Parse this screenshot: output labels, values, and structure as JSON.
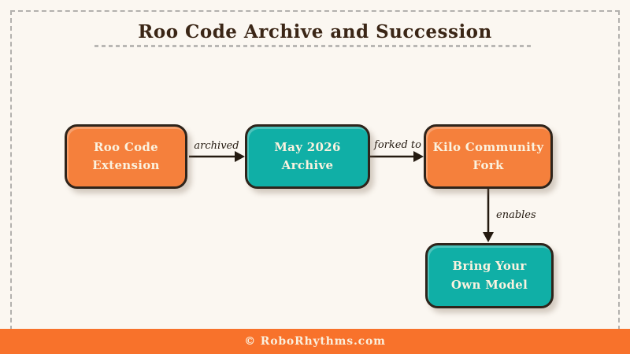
{
  "page": {
    "title": "Roo Code Archive and Succession"
  },
  "colors": {
    "background": "#FBF7F1",
    "frame_dashed_gray": "#B3B1AE",
    "node_orange": "#F5803C",
    "node_teal": "#10AFA6",
    "node_border_dark": "#2E241B",
    "node_text_cream": "#FBF2DF",
    "title_text": "#3B2616",
    "arrow_dark": "#241A10",
    "footer_orange": "#F8722B",
    "footer_text": "#FAEFDD"
  },
  "diagram": {
    "nodes": [
      {
        "id": "roo-code-extension",
        "label": "Roo Code Extension",
        "line1": "Roo Code",
        "line2": "Extension",
        "color": "orange"
      },
      {
        "id": "may-2026-archive",
        "label": "May 2026 Archive",
        "line1": "May 2026",
        "line2": "Archive",
        "color": "teal"
      },
      {
        "id": "kilo-community-fork",
        "label": "Kilo Community Fork",
        "line1": "Kilo Community",
        "line2": "Fork",
        "color": "orange"
      },
      {
        "id": "bring-your-own-model",
        "label": "Bring Your Own Model",
        "line1": "Bring Your",
        "line2": "Own Model",
        "color": "teal"
      }
    ],
    "edges": [
      {
        "from": "roo-code-extension",
        "to": "may-2026-archive",
        "label": "archived",
        "direction": "right"
      },
      {
        "from": "may-2026-archive",
        "to": "kilo-community-fork",
        "label": "forked to",
        "direction": "right"
      },
      {
        "from": "kilo-community-fork",
        "to": "bring-your-own-model",
        "label": "enables",
        "direction": "down"
      }
    ]
  },
  "footer": {
    "text": "© RoboRhythms.com"
  }
}
